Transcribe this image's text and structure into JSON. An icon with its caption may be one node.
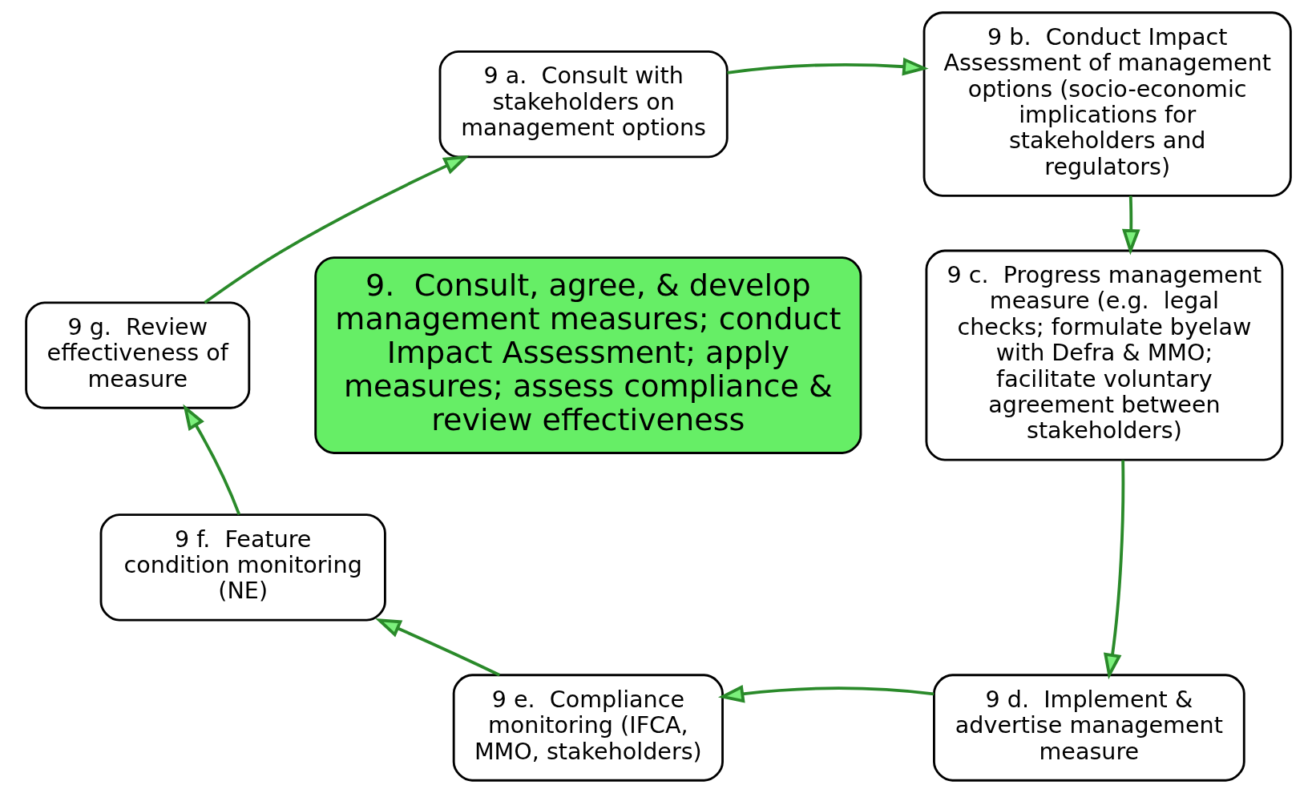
{
  "diagram": {
    "nodes": [
      {
        "text": [
          "9.  Consult, agree, & develop management measures; conduct Impact Assessment; apply measures; assess compliance & review effectiveness"
        ]
      },
      {
        "text": [
          "9 a.  Consult with stakeholders on management options"
        ]
      },
      {
        "text": [
          "9 b.  Conduct Impact Assessment of management options (socio-economic implications for stakeholders and regulators)"
        ]
      },
      {
        "text": [
          "9 c.  Progress management measure (e.g.  legal checks; formulate byelaw with Defra & MMO; facilitate voluntary agreement between stakeholders)"
        ]
      },
      {
        "text": [
          "9 d.  Implement & advertise management measure"
        ]
      },
      {
        "text": [
          "9 e.  Compliance monitoring (IFCA, MMO, stakeholders)"
        ]
      },
      {
        "text": [
          "9 f.  Feature condition monitoring (NE)"
        ]
      },
      {
        "text": [
          "9 g.  Review effectiveness of measure"
        ]
      }
    ],
    "edges": [
      {
        "from": 1,
        "to": 2,
        "arrow": "to"
      },
      {
        "from": 2,
        "to": 3,
        "arrow": "to"
      },
      {
        "from": 3,
        "to": 4,
        "arrow": "to"
      },
      {
        "from": 4,
        "to": 5,
        "arrow": "to"
      },
      {
        "from": 5,
        "to": 6,
        "arrow": "to"
      },
      {
        "from": 6,
        "to": 7,
        "arrow": "to"
      },
      {
        "from": 7,
        "to": 1,
        "arrow": "to"
      }
    ]
  }
}
